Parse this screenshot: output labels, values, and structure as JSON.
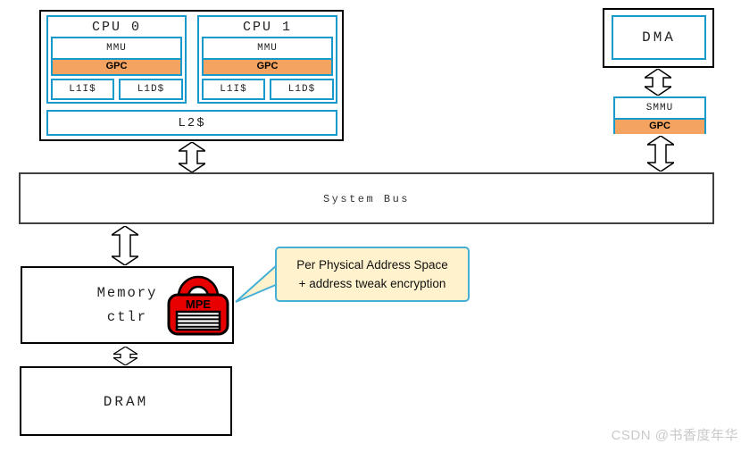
{
  "cluster": {
    "cpus": [
      {
        "title": "CPU 0",
        "mmu": "MMU",
        "gpc": "GPC",
        "l1i": "L1I$",
        "l1d": "L1D$"
      },
      {
        "title": "CPU 1",
        "mmu": "MMU",
        "gpc": "GPC",
        "l1i": "L1I$",
        "l1d": "L1D$"
      }
    ],
    "l2": "L2$"
  },
  "dma": {
    "label": "DMA"
  },
  "smmu": {
    "label": "SMMU",
    "gpc": "GPC"
  },
  "system_bus": {
    "label": "System Bus"
  },
  "memory_ctlr": {
    "line1": "Memory",
    "line2": "ctlr",
    "lock_label": "MPE"
  },
  "dram": {
    "label": "DRAM"
  },
  "callout": {
    "line1": "Per Physical Address Space",
    "line2": "+ address tweak encryption"
  },
  "watermark": {
    "text": "CSDN @书香度年华"
  },
  "colors": {
    "accent_cyan": "#1899cc",
    "accent_orange": "#F4A460",
    "callout_fill": "#FFF2CC",
    "callout_border": "#45AFD6",
    "lock_red": "#E80000",
    "bus_border": "#404040",
    "watermark_gray": "#C9C9C9"
  }
}
